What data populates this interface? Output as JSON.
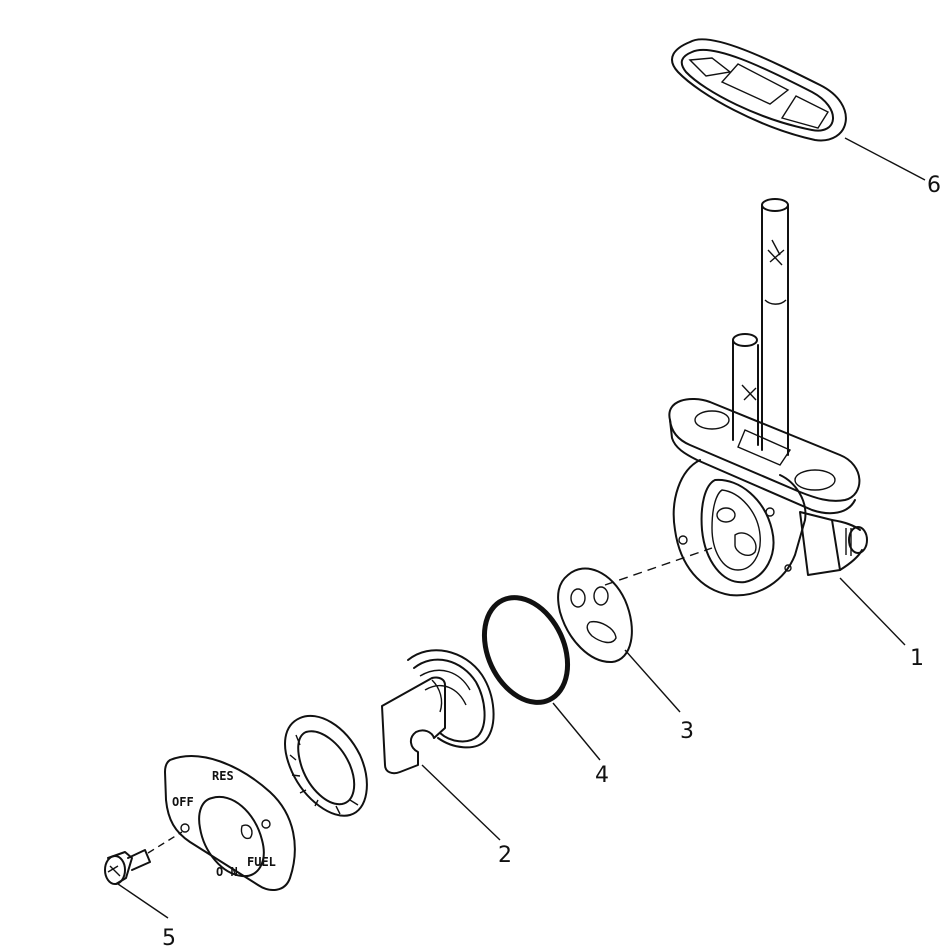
{
  "callouts": {
    "p1": "1",
    "p2": "2",
    "p3": "3",
    "p4": "4",
    "p5": "5",
    "p6": "6"
  },
  "plate": {
    "res": "RES",
    "off": "OFF",
    "on": "O N",
    "fuel": "FUEL"
  }
}
